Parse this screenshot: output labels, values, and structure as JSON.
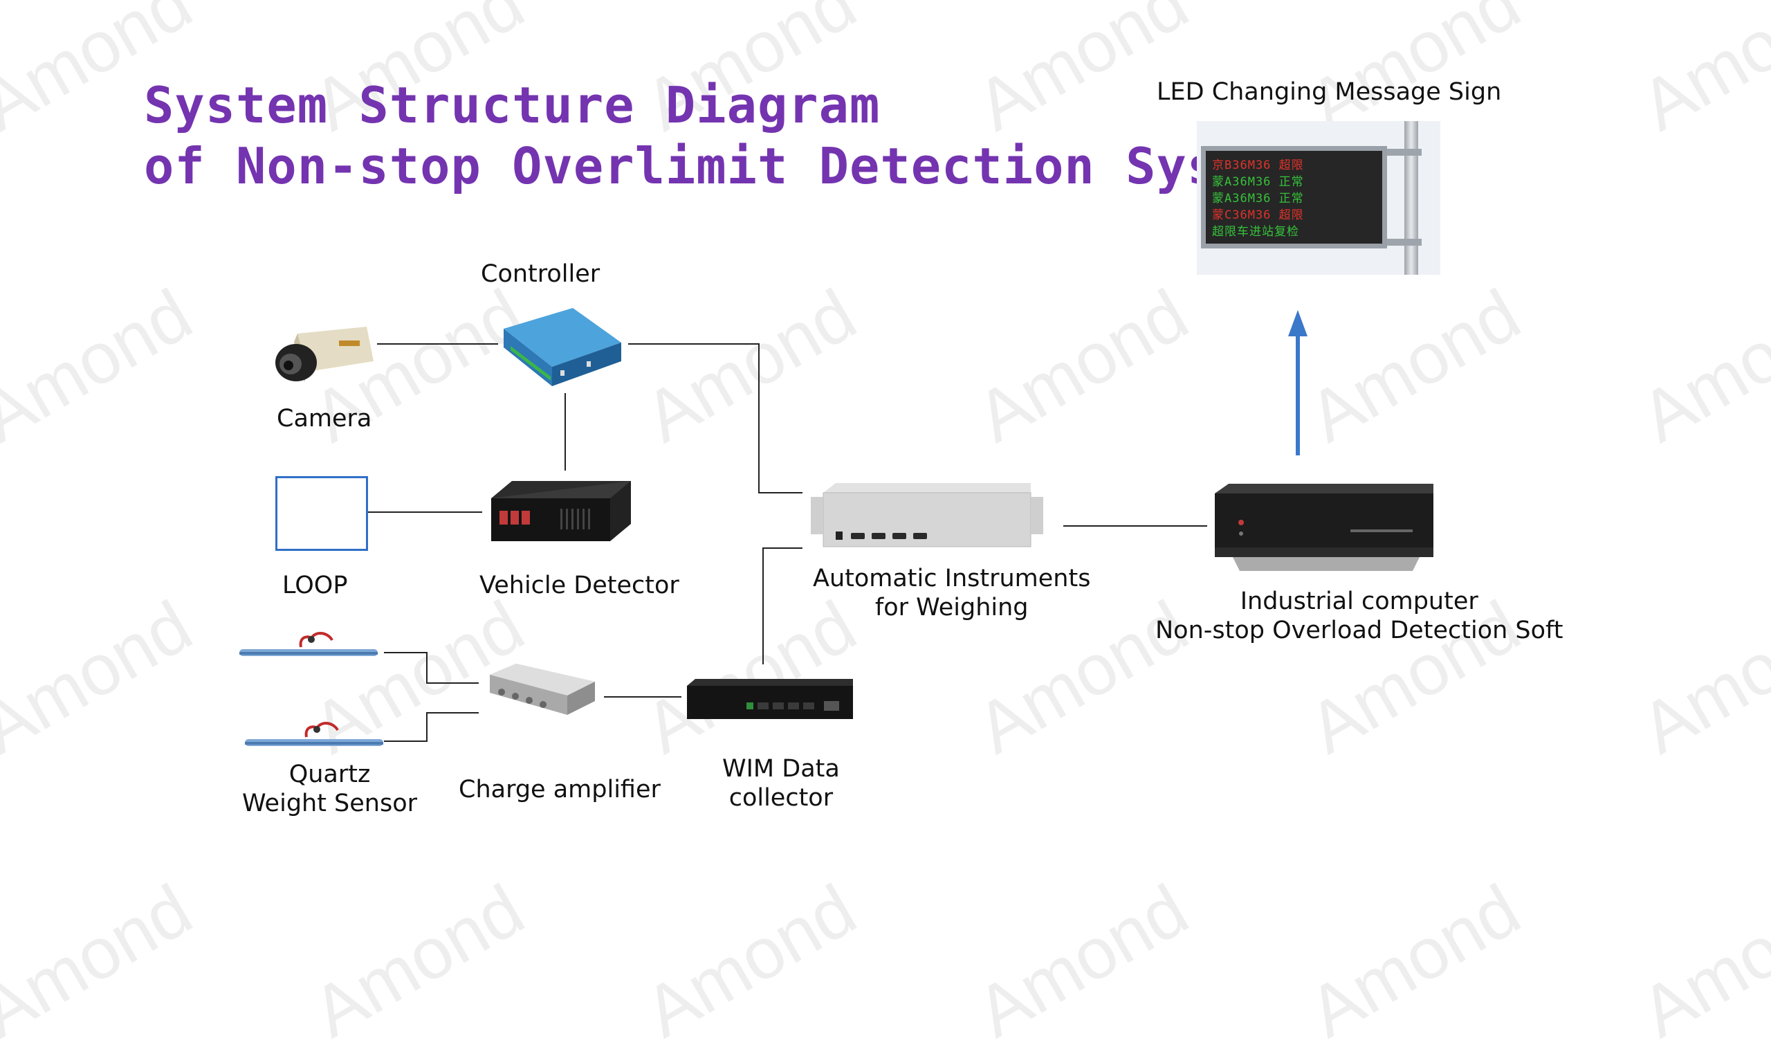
{
  "title": {
    "line1": "System Structure Diagram",
    "line2": "of Non-stop Overlimit Detection System"
  },
  "watermark": "Amond",
  "colors": {
    "title": "#7434b0",
    "arrow": "#3a78c9",
    "loop_box": "#2f6fc7",
    "connector": "#222222"
  },
  "nodes": {
    "led_sign": {
      "label": "LED Changing Message Sign",
      "rows": [
        {
          "text": "京B36M36 超限",
          "color": "#e0322b"
        },
        {
          "text": "蒙A36M36 正常",
          "color": "#35c23a"
        },
        {
          "text": "蒙A36M36 正常",
          "color": "#35c23a"
        },
        {
          "text": "蒙C36M36 超限",
          "color": "#e0322b"
        },
        {
          "text": "超限车进站复检",
          "color": "#35c23a"
        }
      ]
    },
    "controller": {
      "label": "Controller",
      "icon": "controller-device-icon"
    },
    "camera": {
      "label": "Camera",
      "icon": "camera-icon"
    },
    "loop": {
      "label": "LOOP",
      "icon": "loop-box-icon"
    },
    "vehicle_detector": {
      "label": "Vehicle Detector",
      "icon": "vehicle-detector-icon"
    },
    "automatic_instruments": {
      "label_line1": "Automatic Instruments",
      "label_line2": "for Weighing",
      "icon": "weighing-instrument-icon"
    },
    "industrial_computer": {
      "label_line1": "Industrial computer",
      "label_line2": "Non-stop Overload Detection Soft",
      "icon": "industrial-computer-icon"
    },
    "quartz_sensor": {
      "label_line1": "Quartz",
      "label_line2": "Weight Sensor",
      "icon": "quartz-sensor-icon"
    },
    "charge_amplifier": {
      "label": "Charge amplifier",
      "icon": "charge-amplifier-icon"
    },
    "wim_collector": {
      "label_line1": "WIM Data",
      "label_line2": "collector",
      "icon": "wim-collector-icon"
    }
  }
}
